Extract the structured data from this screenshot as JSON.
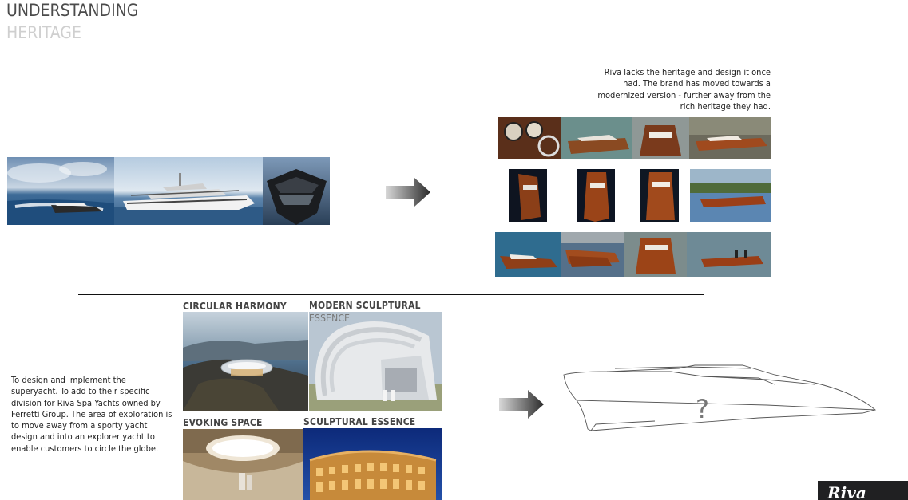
{
  "header": {
    "title_line1": "UNDERSTANDING",
    "title_line2": "HERITAGE"
  },
  "right_text": "Riva lacks the heritage and design it once had. The brand has moved towards a modernized version - further away from the rich heritage they had.",
  "left_text": "To design and implement the superyacht. To add to their specific division for Riva Spa Yachts owned by Ferretti Group. The area of exploration is to move away from a sporty yacht design and into an explorer yacht to enable customers to circle the globe.",
  "concepts": {
    "circular": "CIRCULAR HARMONY",
    "modern_line1": "MODERN SCULPTURAL",
    "modern_line2": "ESSENCE",
    "evoking": "EVOKING SPACE",
    "sculptural": "SCULPTURAL ESSENCE"
  },
  "sketch": {
    "mark": "?"
  },
  "logo": {
    "text": "Riva"
  },
  "colors": {
    "accent_dark": "#333333",
    "title_gray": "#cfcfcf"
  }
}
